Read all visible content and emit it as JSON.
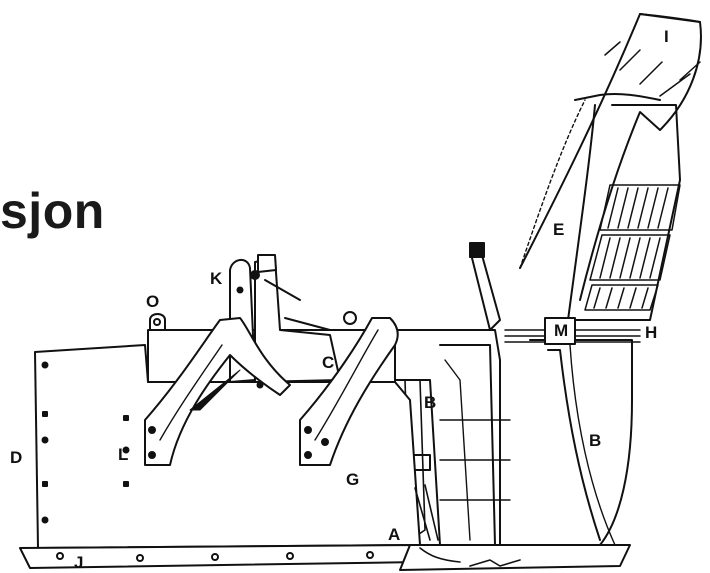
{
  "title": "sjon",
  "labels": {
    "A": "A",
    "B_upper": "B",
    "B_lower": "B",
    "C": "C",
    "D": "D",
    "E": "E",
    "G": "G",
    "H": "H",
    "I": "I",
    "J": "J",
    "K": "K",
    "L": "L",
    "M": "M",
    "O": "O"
  },
  "colors": {
    "line": "#111111",
    "background": "#ffffff"
  }
}
